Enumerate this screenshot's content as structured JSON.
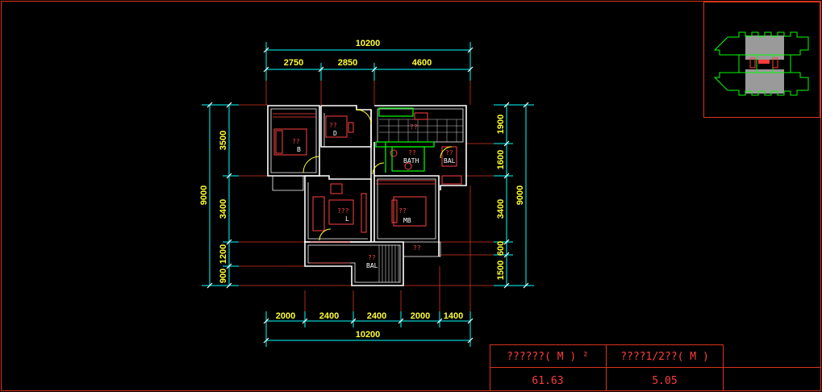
{
  "dimensions": {
    "top_total": "10200",
    "top_segments": [
      "2750",
      "2850",
      "4600"
    ],
    "bottom_segments": [
      "2000",
      "2400",
      "2400",
      "2000",
      "1400"
    ],
    "bottom_total": "10200",
    "left_total": "9000",
    "left_segments": [
      "3500",
      "3400",
      "1200",
      "900"
    ],
    "right_total": "9000",
    "right_segments": [
      "1900",
      "1600",
      "3400",
      "600",
      "1500"
    ]
  },
  "rooms": {
    "bedroom_q": "??",
    "bedroom": "B",
    "dining_q": "??",
    "dining": "D",
    "kitchen_q": "??",
    "bath_q": "??",
    "bath": "BATH",
    "bal_small_q": "??",
    "bal_small": "BAL",
    "living_q": "???",
    "living": "L",
    "master_q": "??",
    "master": "MB",
    "corridor_q": "??",
    "balcony_q": "??",
    "balcony": "BAL"
  },
  "table": {
    "header_left": "??????( M ) ²",
    "header_right": "????1/2??( M )",
    "value_left": "61.63",
    "value_right": "5.05"
  },
  "colors": {
    "frame": "#d8341c",
    "dim_line": "#00ffff",
    "dim_text": "#ffff33",
    "wall": "#ffffff",
    "furniture": "#ff4040",
    "green": "#00ff00"
  }
}
